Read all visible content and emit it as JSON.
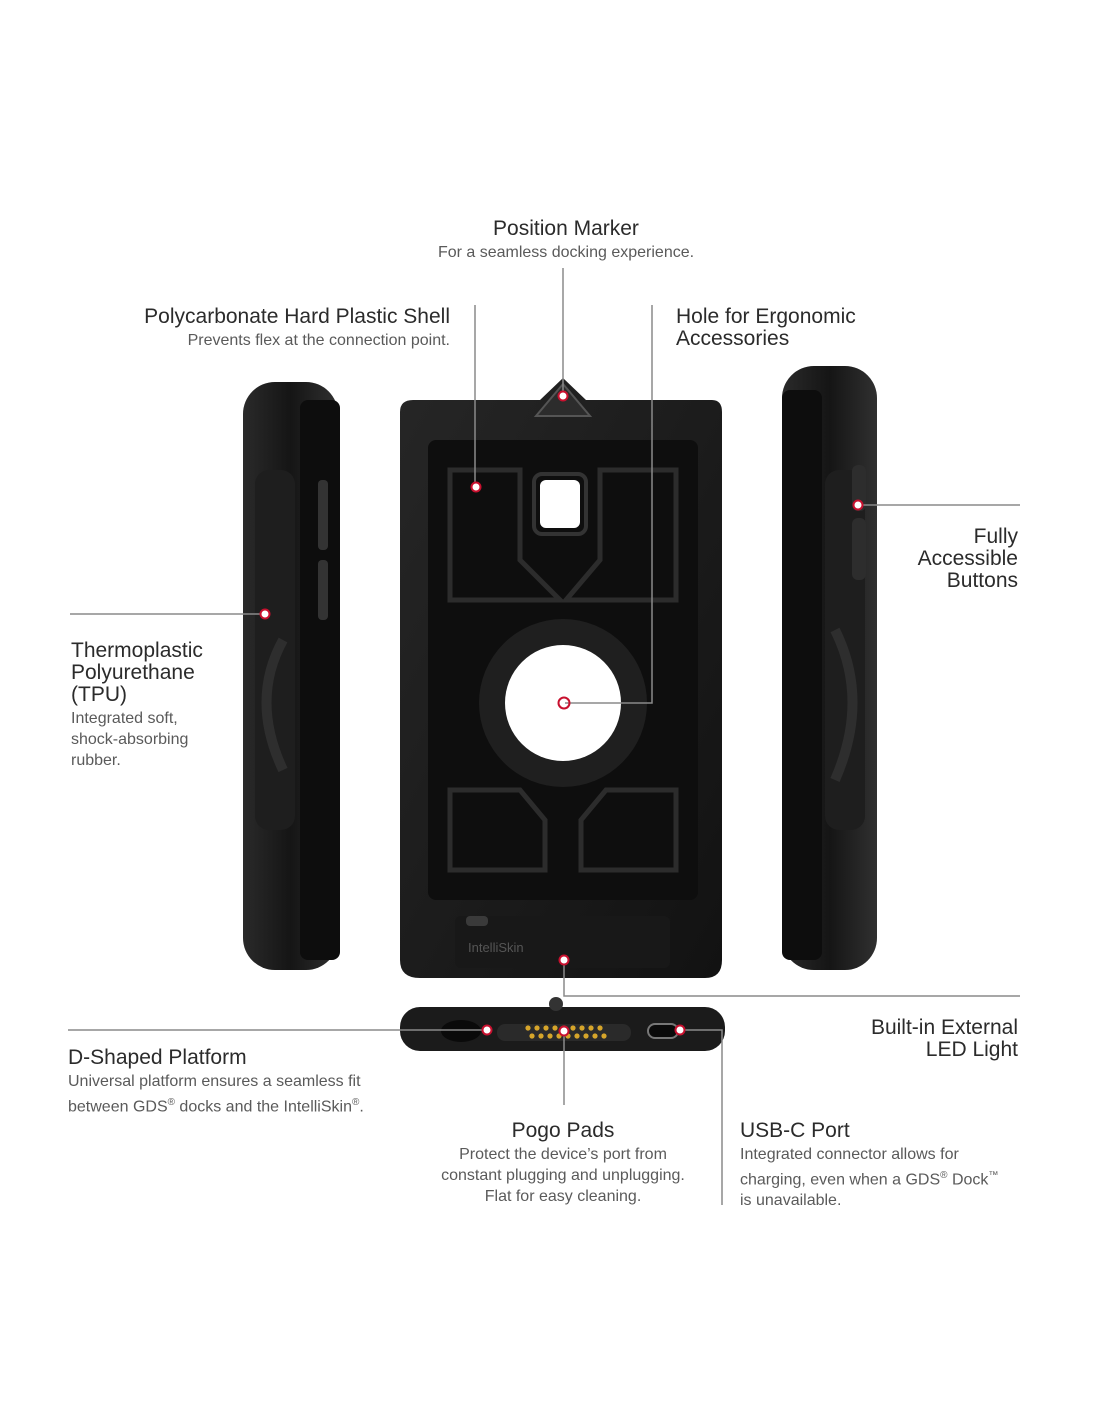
{
  "callouts": {
    "position_marker": {
      "title": "Position Marker",
      "desc": "For a seamless docking experience."
    },
    "polycarbonate": {
      "title": "Polycarbonate Hard Plastic Shell",
      "desc": "Prevents flex at the connection point."
    },
    "ergonomic_hole": {
      "title": "Hole for Ergonomic\nAccessories"
    },
    "buttons": {
      "title": "Fully\nAccessible\nButtons"
    },
    "tpu": {
      "title": "Thermoplastic\nPolyurethane\n(TPU)",
      "desc": "Integrated soft,\nshock-absorbing\nrubber."
    },
    "led": {
      "title": "Built-in External\nLED Light"
    },
    "d_shaped": {
      "title": "D-Shaped Platform",
      "desc_line1": "Universal platform ensures a seamless fit",
      "desc_line2_a": "between GDS",
      "desc_line2_b": " docks and the IntelliSkin",
      "reg": "®",
      "period": "."
    },
    "pogo": {
      "title": "Pogo Pads",
      "desc": "Protect the device’s port from\nconstant plugging and unplugging.\nFlat for easy cleaning."
    },
    "usbc": {
      "title": "USB-C Port",
      "desc_line1": "Integrated connector allows for",
      "desc_line2_a": "charging, even when a GDS",
      "desc_line2_b": " Dock",
      "tm": "™",
      "desc_line3": "is unavailable."
    }
  },
  "product_label": "IntelliSkin",
  "colors": {
    "line": "#8a8a8a",
    "dot": "#c8102e",
    "case": "#1c1c1c"
  }
}
